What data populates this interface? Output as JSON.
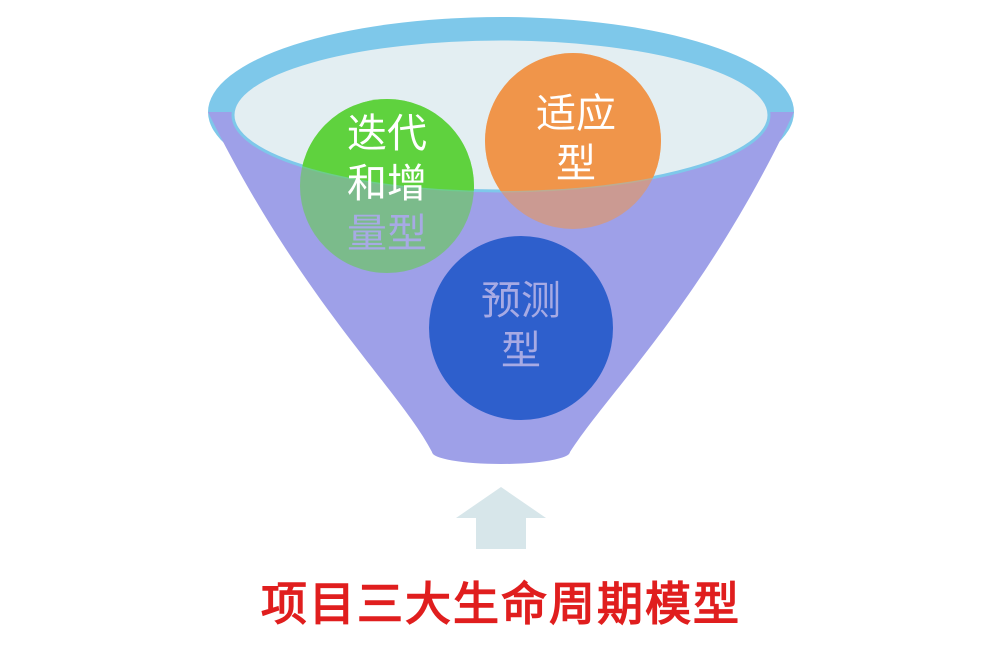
{
  "colors": {
    "funnel_body": "#9ea0e8",
    "funnel_rim": "#7ec8ea",
    "funnel_mouth": "#e3eef2",
    "circle_iterative": "#5fd23e",
    "circle_adaptive": "#f0954a",
    "circle_predictive": "#2e5fcc",
    "text_white": "#ffffff",
    "text_lavender": "#a7aae4",
    "arrow": "#d7e6ea",
    "caption": "#e01e1e"
  },
  "circles": {
    "iterative": {
      "lines": [
        "迭代",
        "和增",
        "量型"
      ]
    },
    "adaptive": {
      "lines": [
        "适应",
        "型"
      ]
    },
    "predictive": {
      "lines": [
        "预测",
        "型"
      ]
    }
  },
  "caption": "项目三大生命周期模型",
  "icons": {
    "arrow": "arrow-up-icon"
  }
}
